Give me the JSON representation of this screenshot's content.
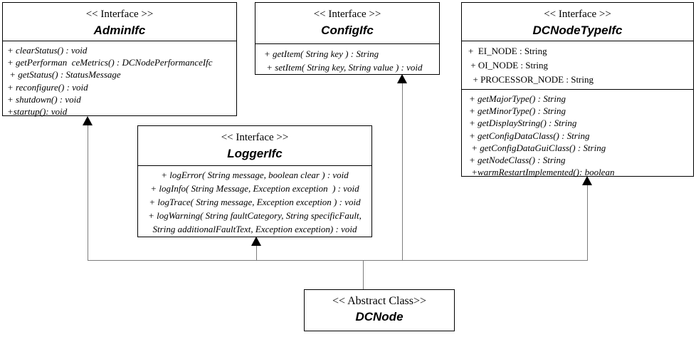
{
  "colors": {
    "background": "#ffffff",
    "box_border": "#000000",
    "text": "#000000",
    "connector_line": "#7d7d7d",
    "arrowhead": "#000000"
  },
  "boxes": {
    "admin": {
      "stereotype": "<< Interface >>",
      "name": "AdminIfc",
      "methods": [
        "+ clearStatus() : void",
        "+ getPerforman  ceMetrics() : DCNodePerformanceIfc",
        " + getStatus() : StatusMessage",
        "+ reconfigure() : void",
        "+ shutdown() : void",
        "+startup(): void"
      ]
    },
    "config": {
      "stereotype": "<< Interface >>",
      "name": "ConfigIfc",
      "methods": [
        "+ getItem( String key ) : String",
        " + setItem( String key, String value ) : void"
      ]
    },
    "dcnodetype": {
      "stereotype": "<< Interface >>",
      "name": "DCNodeTypeIfc",
      "attributes": [
        "+  EI_NODE : String",
        " + OI_NODE : String",
        "  + PROCESSOR_NODE : String"
      ],
      "methods": [
        "+ getMajorType() : String",
        "+ getMinorType() : String",
        "+ getDisplayString() : String",
        "+ getConfigDataClass() : String",
        " + getConfigDataGuiClass() : String",
        "+ getNodeClass() : String",
        " +warmRestartImplemented(): boolean"
      ]
    },
    "logger": {
      "stereotype": "<< Interface >>",
      "name": "LoggerIfc",
      "methods": [
        "+ logError( String message, boolean clear ) : void",
        "+ logInfo( String Message, Exception exception  ) : void",
        "+ logTrace( String message, Exception exception ) : void",
        "+ logWarning( String faultCategory, String specificFault, String additionalFaultText, Exception exception) : void"
      ]
    },
    "dcnode": {
      "stereotype": "<< Abstract Class>>",
      "name": "DCNode"
    }
  },
  "relationships": [
    {
      "from": "DCNode",
      "to": "AdminIfc",
      "type": "implements"
    },
    {
      "from": "DCNode",
      "to": "LoggerIfc",
      "type": "implements"
    },
    {
      "from": "DCNode",
      "to": "ConfigIfc",
      "type": "implements"
    },
    {
      "from": "DCNode",
      "to": "DCNodeTypeIfc",
      "type": "implements"
    }
  ]
}
